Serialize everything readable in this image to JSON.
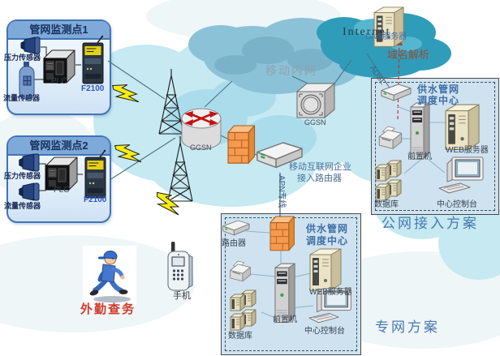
{
  "colors": {
    "accent_blue": "#4878b0",
    "box_border_blue": "#3f74b8",
    "cloud_light": "#c6e9f2",
    "cloud_mobile": "#8cc2d8",
    "cloud_internet": "#2f9db9",
    "firewall_orange": "#f59a50",
    "lightning_yellow": "#f7ec13",
    "field_red": "#d03a28",
    "domain_red": "#9a4a38"
  },
  "monitor1": {
    "title": "管网监测点1",
    "pressure_label": "压力传感器",
    "flow_label": "流量传感器",
    "plc_label": "PLC",
    "modem_label": "F2100"
  },
  "monitor2": {
    "title": "管网监测点2",
    "pressure_label": "压力传感器",
    "flow_label": "流量传感器",
    "plc_label": "PLC",
    "modem_label": "F2100"
  },
  "mobile_network": {
    "cloud_label": "移动内网",
    "ggsn_router_label": "GGSN",
    "ggsn_gateway_label": "GGSN",
    "apn_label": "APN专线",
    "access_router_line1": "移动互联网企业",
    "access_router_line2": "接入路由器"
  },
  "internet": {
    "cloud_label": "Internet",
    "dns_label": "DNS服务器",
    "domain_label": "域名解析",
    "adsl_label": "ADSL"
  },
  "public_center": {
    "title_line1": "供水管网",
    "title_line2": "调度中心",
    "front_label": "前置机",
    "web_label": "WEB服务器",
    "db_label": "数据库",
    "console_label": "中心控制台",
    "caption": "公网接入方案"
  },
  "private_center": {
    "router_label": "路由器",
    "title_line1": "供水管网",
    "title_line2": "调度中心",
    "front_label": "前置机",
    "web_label": "WEB服务器",
    "db_label": "数据库",
    "console_label": "中心控制台",
    "caption": "专网方案"
  },
  "field": {
    "worker_label": "外勤查务",
    "phone_label": "手机"
  }
}
